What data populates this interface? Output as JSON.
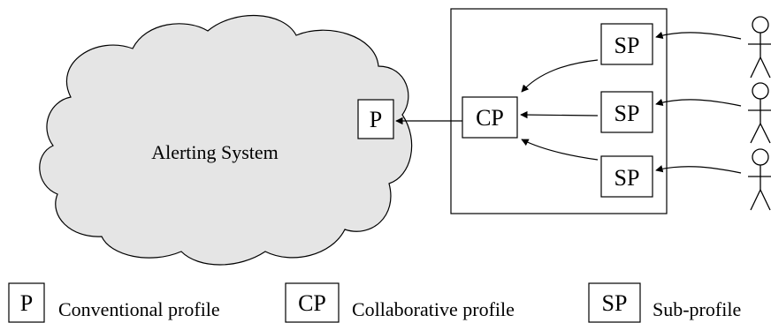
{
  "diagram": {
    "cloud_label": "Alerting System",
    "p_box_label": "P",
    "cp_box_label": "CP",
    "sp_box_labels": [
      "SP",
      "SP",
      "SP"
    ]
  },
  "legend": [
    {
      "symbol": "P",
      "text": "Conventional profile"
    },
    {
      "symbol": "CP",
      "text": "Collaborative profile"
    },
    {
      "symbol": "SP",
      "text": "Sub-profile"
    }
  ],
  "colors": {
    "cloud_fill": "#e5e5e5",
    "stroke": "#000000",
    "background": "#ffffff"
  }
}
